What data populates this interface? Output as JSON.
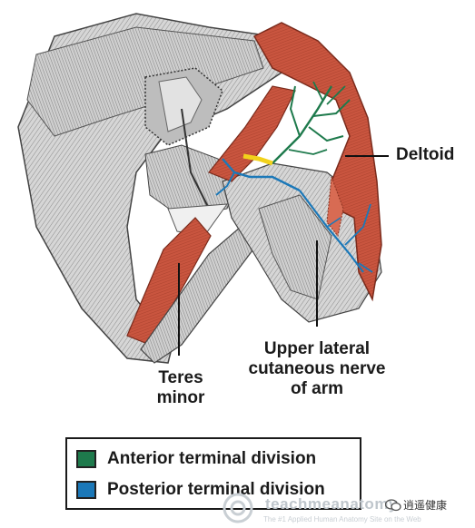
{
  "labels": {
    "deltoid": "Deltoid",
    "teres_minor": "Teres\nminor",
    "nerve": "Upper lateral\ncutaneous nerve\nof arm"
  },
  "legend": {
    "items": [
      {
        "label": "Anterior terminal division",
        "color": "#1e7a4c"
      },
      {
        "label": "Posterior terminal division",
        "color": "#1b78b8"
      }
    ]
  },
  "watermark": {
    "site": "teachmeanatomy",
    "tagline": "The #1 Applied Human Anatomy Site on the Web",
    "account": "逍遥健康"
  },
  "colors": {
    "muscle": "#c9553f",
    "muscle_dark": "#9e3b29",
    "bone": "#d9d9d9",
    "anterior": "#1e7a4c",
    "posterior": "#1b78b8",
    "nerve_trunk": "#f2d21b"
  }
}
